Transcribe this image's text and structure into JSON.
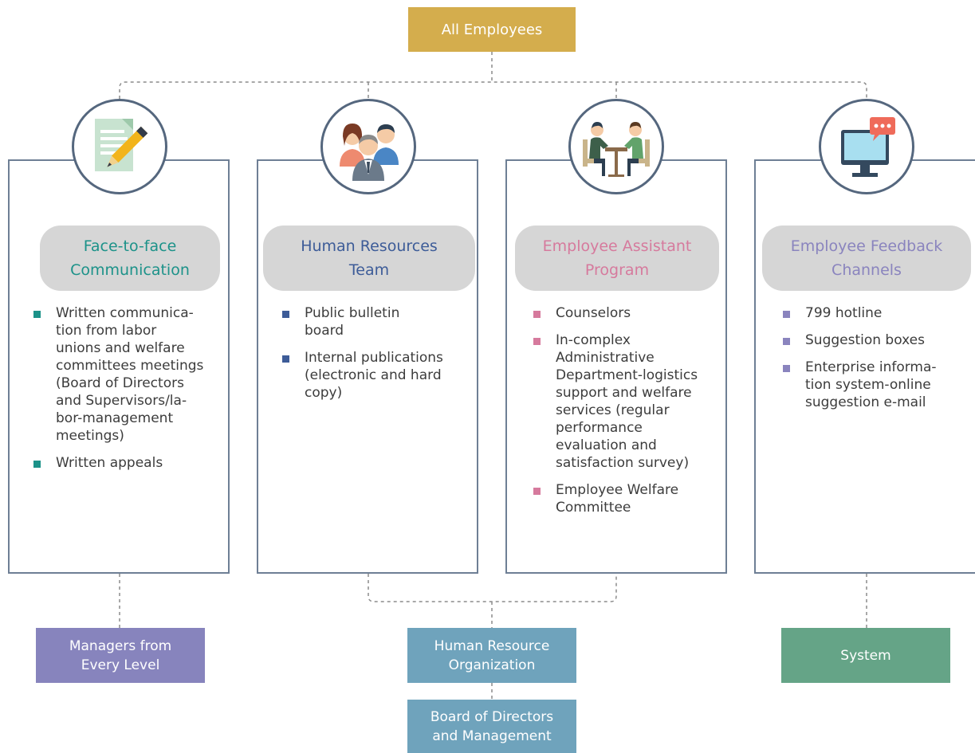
{
  "top": {
    "label": "All Employees"
  },
  "columns": [
    {
      "title_lines": [
        "Face-to-face",
        "Communication"
      ],
      "title_color": "#1c9289",
      "bullet_color": "#1c9289",
      "icon": "document-pen-icon",
      "items": [
        "Written communica-\ntion from labor\nunions and welfare\ncommittees meetings\n(Board of Directors\nand Supervisors/la-\nbor-management\nmeetings)",
        "Written appeals"
      ]
    },
    {
      "title_lines": [
        "Human Resources",
        "Team"
      ],
      "title_color": "#3d5c98",
      "bullet_color": "#3d5c98",
      "icon": "team-people-icon",
      "items": [
        "Public bulletin\nboard",
        "Internal publications\n(electronic and hard\ncopy)"
      ]
    },
    {
      "title_lines": [
        "Employee Assistant",
        "Program"
      ],
      "title_color": "#d67a9d",
      "bullet_color": "#d67a9d",
      "icon": "meeting-table-icon",
      "items": [
        "Counselors",
        "In-complex\nAdministrative\nDepartment-logistics\nsupport and welfare\nservices (regular\nperformance\nevaluation and\nsatisfaction survey)",
        "Employee Welfare\nCommittee"
      ]
    },
    {
      "title_lines": [
        "Employee Feedback",
        "Channels"
      ],
      "title_color": "#8a84be",
      "bullet_color": "#8a84be",
      "icon": "monitor-chat-icon",
      "items": [
        "799 hotline",
        "Suggestion boxes",
        "Enterprise informa-\ntion system-online\nsuggestion e-mail"
      ]
    }
  ],
  "bottom": {
    "managers_lines": [
      "Managers from",
      "Every Level"
    ],
    "managers_color": "#8784bd",
    "hr_org_lines": [
      "Human Resource",
      "Organization"
    ],
    "hr_org_color": "#6fa3bc",
    "board_lines": [
      "Board of Directors",
      "and Management"
    ],
    "board_color": "#6fa3bc",
    "system_label": "System",
    "system_color": "#65a487"
  }
}
